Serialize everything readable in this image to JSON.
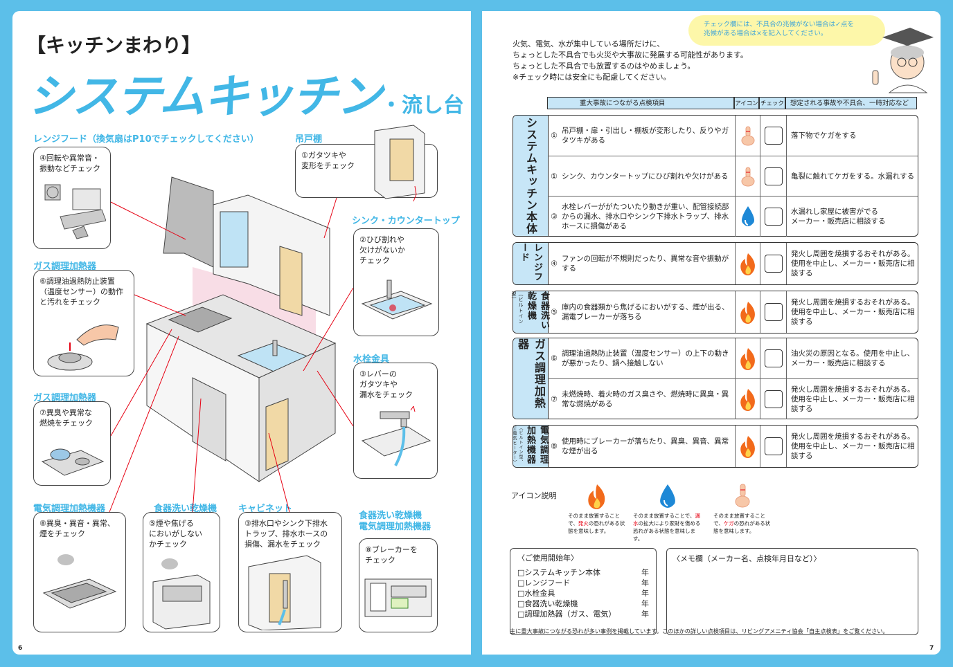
{
  "left": {
    "bracket_title": "【キッチンまわり】",
    "main_title": "システムキッチン",
    "sub_title": "・流し台",
    "page_number": "6",
    "labels": {
      "range_hood": "レンジフード（換気扇はP10でチェックしてください）",
      "cupboard": "吊戸棚",
      "sink": "シンク・カウンタートップ",
      "gas1": "ガス調理加熱器",
      "gas2": "ガス調理加熱器",
      "faucet": "水栓金具",
      "electric": "電気調理加熱機器",
      "dishwasher": "食器洗い乾燥機",
      "cabinet": "キャビネット",
      "dish_elec": "食器洗い乾燥機\n電気調理加熱機器"
    },
    "callouts": {
      "c4": "④回転や異常音・\n振動などチェック",
      "c1": "①ガタツキや\n変形をチェック",
      "c2": "②ひび割れや\n欠けがないか\nチェック",
      "c6": "⑥調理油過熱防止装置\n（温度センサー）の動作\nと汚れをチェック",
      "c7": "⑦異臭や異常な\n燃焼をチェック",
      "c3": "③レバーの\nガタツキや\n漏水をチェック",
      "c8a": "⑧異臭・異音・異常、\n煙をチェック",
      "c5": "⑤煙や焦げる\nにおいがしない\nかチェック",
      "c3b": "③排水口やシンク下排水\nトラップ、排水ホースの\n損傷、漏水をチェック",
      "c8b": "⑧ブレーカーを\nチェック"
    }
  },
  "right": {
    "speech": "チェック欄には、不具合の兆候がない場合は✓点を\n兆候がある場合は×を記入してください。",
    "intro": [
      "火気、電気、水が集中している場所だけに、",
      "ちょっとした不具合でも火災や大事故に発展する可能性があります。",
      "ちょっとした不具合でも放置するのはやめましょう。",
      "※チェック時には安全にも配慮してください。"
    ],
    "table_headers": {
      "item": "重大事故につながる点検項目",
      "icon": "アイコン",
      "check": "チェック",
      "result": "想定される事故や不具合、一時対応など"
    },
    "groups": [
      {
        "title": "システムキッチン本体",
        "rows": [
          {
            "num": "①",
            "text": "吊戸棚・扉・引出し・棚板が変形したり、反りやガタツキがある",
            "icon": "finger-icon",
            "result": "落下物でケガをする"
          },
          {
            "num": "①",
            "text": "シンク、カウンタートップにひび割れや欠けがある",
            "icon": "finger-icon",
            "result": "亀裂に触れてケガをする。水漏れする"
          },
          {
            "num": "③",
            "text": "水栓レバーががたついたり動きが重い、配管接続部からの漏水、排水口やシンク下排水トラップ、排水ホースに損傷がある",
            "icon": "water-drop-icon",
            "result": "水漏れし家屋に被害がでる\nメーカー・販売店に相談する"
          }
        ]
      },
      {
        "title": "レンジフード",
        "rows": [
          {
            "num": "④",
            "text": "ファンの回転が不規則だったり、異常な音や振動がする",
            "icon": "flame-icon",
            "result": "発火し周囲を焼損するおそれがある。使用を中止し、メーカー・販売店に相談する"
          }
        ]
      },
      {
        "title": "食器洗い乾燥機",
        "subtitle": "（ビルトイン型）",
        "rows": [
          {
            "num": "⑤",
            "text": "庫内の食器類から焦げるにおいがする、煙が出る、漏電ブレーカーが落ちる",
            "icon": "flame-icon",
            "result": "発火し周囲を焼損するおそれがある。使用を中止し、メーカー・販売店に相談する"
          }
        ]
      },
      {
        "title": "ガス調理加熱器",
        "rows": [
          {
            "num": "⑥",
            "text": "調理油過熱防止装置（温度センサー）の上下の動きが悪かったり、鍋へ接触しない",
            "icon": "flame-icon",
            "result": "油火災の原因となる。使用を中止し、メーカー・販売店に相談する"
          },
          {
            "num": "⑦",
            "text": "未燃焼時、着火時のガス臭さや、燃焼時に異臭・異常な燃焼がある",
            "icon": "flame-icon",
            "result": "発火し周囲を焼損するおそれがある。使用を中止し、メーカー・販売店に相談する"
          }
        ]
      },
      {
        "title": "電気調理加熱機器",
        "subtitle": "（ビルトイン型、IH電気ヒーター）",
        "rows": [
          {
            "num": "⑧",
            "text": "使用時にブレーカーが落ちたり、異臭、異音、異常な煙が出る",
            "icon": "flame-icon",
            "result": "発火し周囲を焼損するおそれがある。使用を中止し、メーカー・販売店に相談する"
          }
        ]
      }
    ],
    "icon_legend": {
      "title": "アイコン説明",
      "flame_a": "そのまま放置することで、",
      "flame_b": "発火",
      "flame_c": "の恐れがある状態を意味します。",
      "water_a": "そのまま放置することで、",
      "water_b": "漏水",
      "water_c": "の拡大により家財を傷める恐れがある状態を意味します。",
      "finger_a": "そのまま放置することで、",
      "finger_b": "ケガ",
      "finger_c": "の恐れがある状態を意味します。"
    },
    "start_year": {
      "title": "〈ご使用開始年〉",
      "items": [
        "□システムキッチン本体",
        "□レンジフード",
        "□水栓金具",
        "□食器洗い乾燥機",
        "□調理加熱器（ガス、電気）"
      ],
      "unit": "年"
    },
    "memo": "〈メモ欄（メーカー名、点検年月日など）〉",
    "footnote": "主に重大事故につながる恐れが多い事例を掲載しています。このほかの詳しい点検項目は、リビングアメニティ協会「自主点検表」をご覧ください。",
    "page_number": "7"
  },
  "colors": {
    "background": "#5cbfe9",
    "title_blue": "#42b7e6",
    "header_blue": "#c7e6f7",
    "flame": "#f26a1b",
    "water": "#1e88d6",
    "warning_red": "#e60012"
  }
}
